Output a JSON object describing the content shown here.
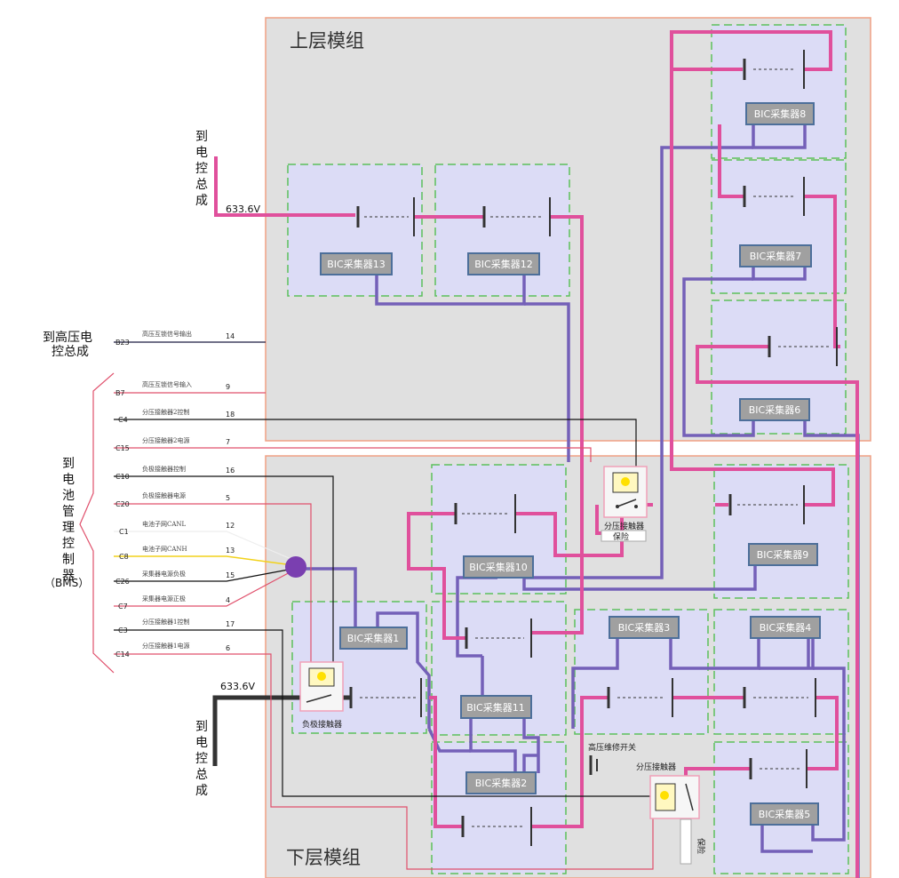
{
  "modules": {
    "upper": {
      "title": "上层模组"
    },
    "lower": {
      "title": "下层模组"
    }
  },
  "bic_collectors": [
    {
      "id": "13",
      "label": "BIC采集器13"
    },
    {
      "id": "12",
      "label": "BIC采集器12"
    },
    {
      "id": "8",
      "label": "BIC采集器8"
    },
    {
      "id": "7",
      "label": "BIC采集器7"
    },
    {
      "id": "6",
      "label": "BIC采集器6"
    },
    {
      "id": "10",
      "label": "BIC采集器10"
    },
    {
      "id": "9",
      "label": "BIC采集器9"
    },
    {
      "id": "1",
      "label": "BIC采集器1"
    },
    {
      "id": "3",
      "label": "BIC采集器3"
    },
    {
      "id": "4",
      "label": "BIC采集器4"
    },
    {
      "id": "11",
      "label": "BIC采集器11"
    },
    {
      "id": "2",
      "label": "BIC采集器2"
    },
    {
      "id": "5",
      "label": "BIC采集器5"
    }
  ],
  "outputs": {
    "upper_voltage": "633.6V",
    "lower_voltage": "633.6V",
    "to_control_upper": [
      "到",
      "电",
      "控",
      "总",
      "成"
    ],
    "to_control_lower": [
      "到",
      "电",
      "控",
      "总",
      "成"
    ],
    "to_hv_control_line1": "到高压电",
    "to_hv_control_line2": "控总成",
    "to_bms": [
      "到",
      "电",
      "池",
      "管",
      "理",
      "控",
      "制",
      "器",
      "（BMS）"
    ]
  },
  "connector_rows": [
    {
      "code": "B23",
      "label": "高压互锁信号输出",
      "num": "14",
      "color": "#1a1a40"
    },
    {
      "code": "B7",
      "label": "高压互锁信号输入",
      "num": "9",
      "color": "#e0506c"
    },
    {
      "code": "C4",
      "label": "分压接触器2控制",
      "num": "18",
      "color": "#111111"
    },
    {
      "code": "C15",
      "label": "分压接触器2电源",
      "num": "7",
      "color": "#e0506c"
    },
    {
      "code": "C10",
      "label": "负极接触器控制",
      "num": "16",
      "color": "#111111"
    },
    {
      "code": "C20",
      "label": "负极接触器电源",
      "num": "5",
      "color": "#e0506c"
    },
    {
      "code": "C1",
      "label": "电池子网CANL",
      "num": "12",
      "color": "#dddddd"
    },
    {
      "code": "C8",
      "label": "电池子网CANH",
      "num": "13",
      "color": "#f2d21b"
    },
    {
      "code": "C26",
      "label": "采集器电源负极",
      "num": "15",
      "color": "#111111"
    },
    {
      "code": "C7",
      "label": "采集器电源正极",
      "num": "4",
      "color": "#e0506c"
    },
    {
      "code": "C3",
      "label": "分压接触器1控制",
      "num": "17",
      "color": "#111111"
    },
    {
      "code": "C14",
      "label": "分压接触器1电源",
      "num": "6",
      "color": "#e0506c"
    }
  ],
  "components": {
    "split_contactor_upper": "分压接触器",
    "fuse_upper": "保险",
    "negative_contactor": "负极接触器",
    "hv_service_switch": "高压维修开关",
    "split_contactor_lower": "分压接触器",
    "fuse_lower": "保险"
  },
  "colors": {
    "module_bg": "#e0e0e0",
    "module_border": "#f0a084",
    "pack_bg": "#dcdcf6",
    "pack_dash": "#5cc05c",
    "hv_pink": "#e0509c",
    "comm_purple": "#7460b8",
    "bic_fill": "#a0a0a0",
    "bic_border": "#4d6f9a",
    "can_node": "#7a3fb0"
  }
}
